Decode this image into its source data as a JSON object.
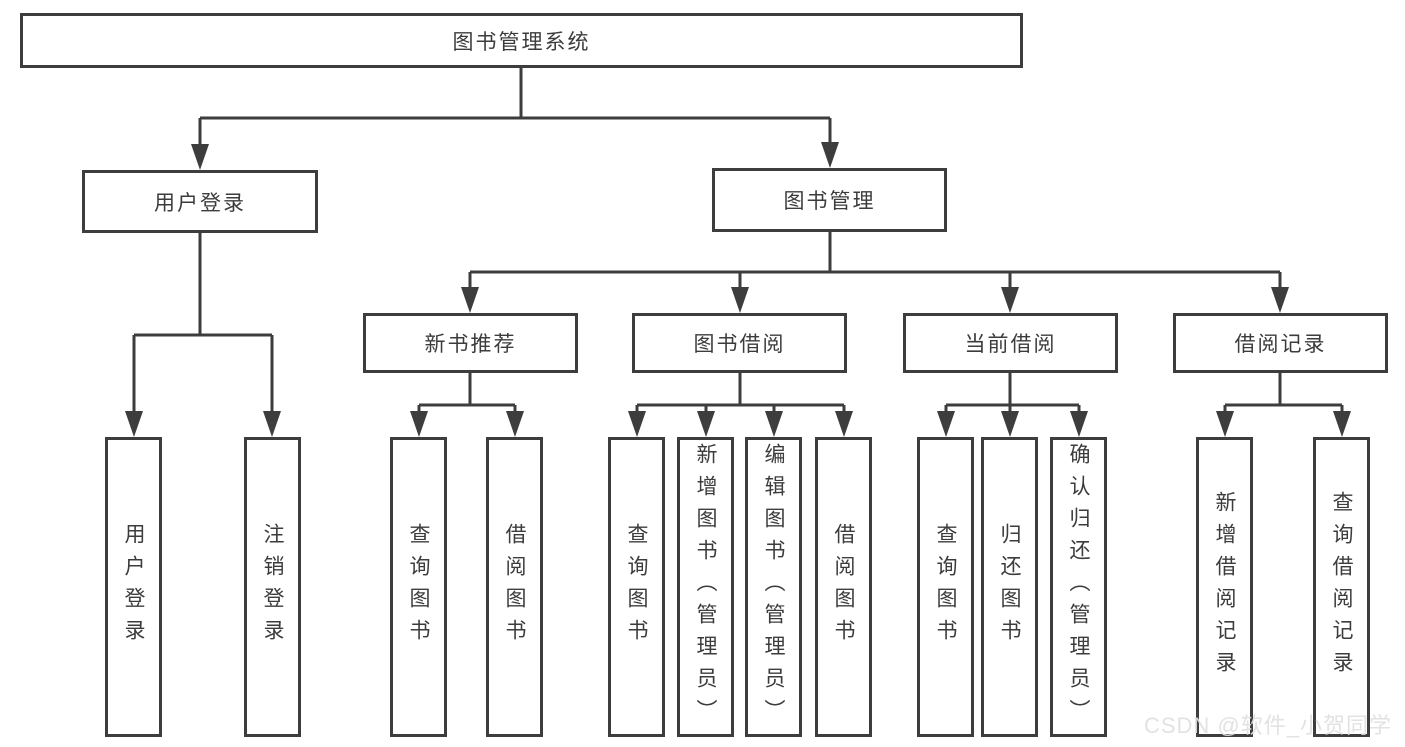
{
  "diagram": {
    "root": {
      "label": "图书管理系统"
    },
    "level2": [
      {
        "label": "用户登录"
      },
      {
        "label": "图书管理"
      }
    ],
    "level3": [
      {
        "label": "新书推荐"
      },
      {
        "label": "图书借阅"
      },
      {
        "label": "当前借阅"
      },
      {
        "label": "借阅记录"
      }
    ],
    "leaves": [
      {
        "label": "用户登录"
      },
      {
        "label": "注销登录"
      },
      {
        "label": "查询图书"
      },
      {
        "label": "借阅图书"
      },
      {
        "label": "查询图书"
      },
      {
        "label": "新增图书（管理员）"
      },
      {
        "label": "编辑图书（管理员）"
      },
      {
        "label": "借阅图书"
      },
      {
        "label": "查询图书"
      },
      {
        "label": "归还图书"
      },
      {
        "label": "确认归还（管理员）"
      },
      {
        "label": "新增借阅记录"
      },
      {
        "label": "查询借阅记录"
      }
    ],
    "colors": {
      "line": "#3d3d3d",
      "text": "#3c3c3c",
      "box_fill": "#ffffff",
      "background": "#ffffff",
      "watermark": "#e0e0e0"
    },
    "watermark": "CSDN @软件_小贺同学"
  }
}
